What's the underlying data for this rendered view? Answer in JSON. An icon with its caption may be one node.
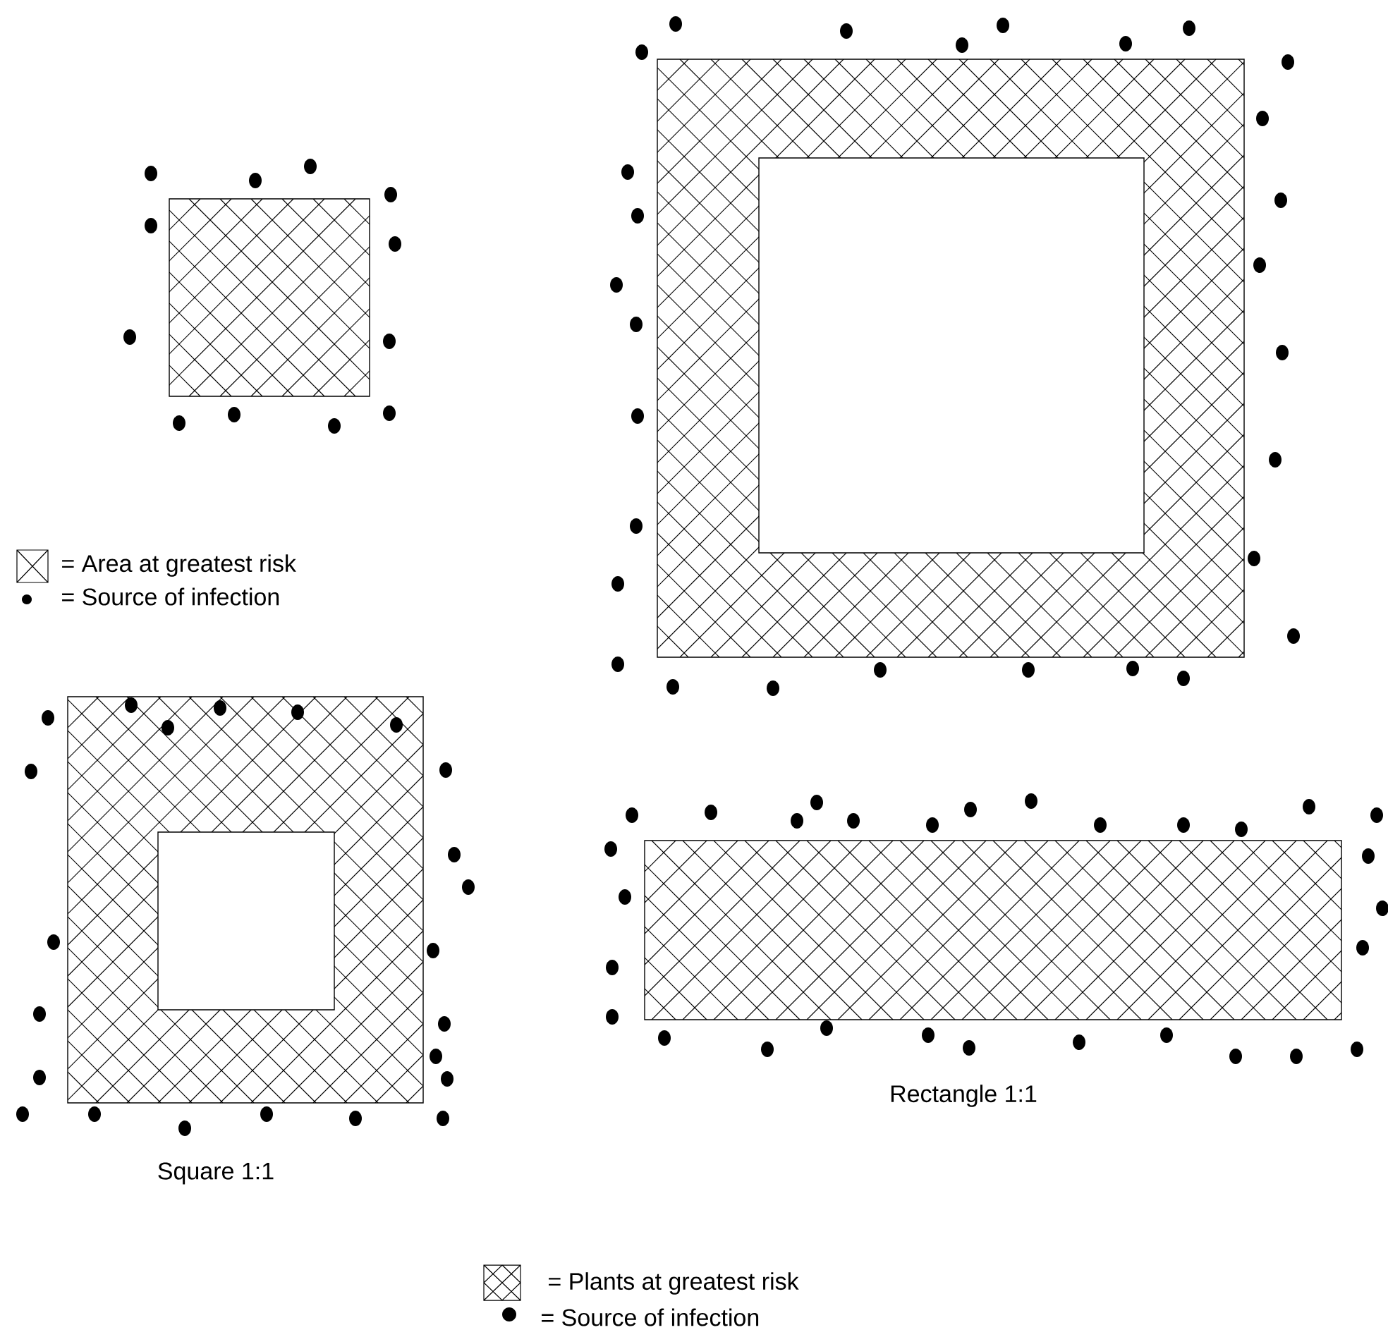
{
  "diagram": {
    "labels": [
      "Square 1:1",
      "Rectangle 1:1"
    ],
    "legend": [
      {
        "text": "= Area at greatest risk"
      },
      {
        "text": "= Source of infection"
      },
      {
        "text": "= Plants at greatest risk"
      },
      {
        "text": "= Source of infection"
      }
    ]
  }
}
